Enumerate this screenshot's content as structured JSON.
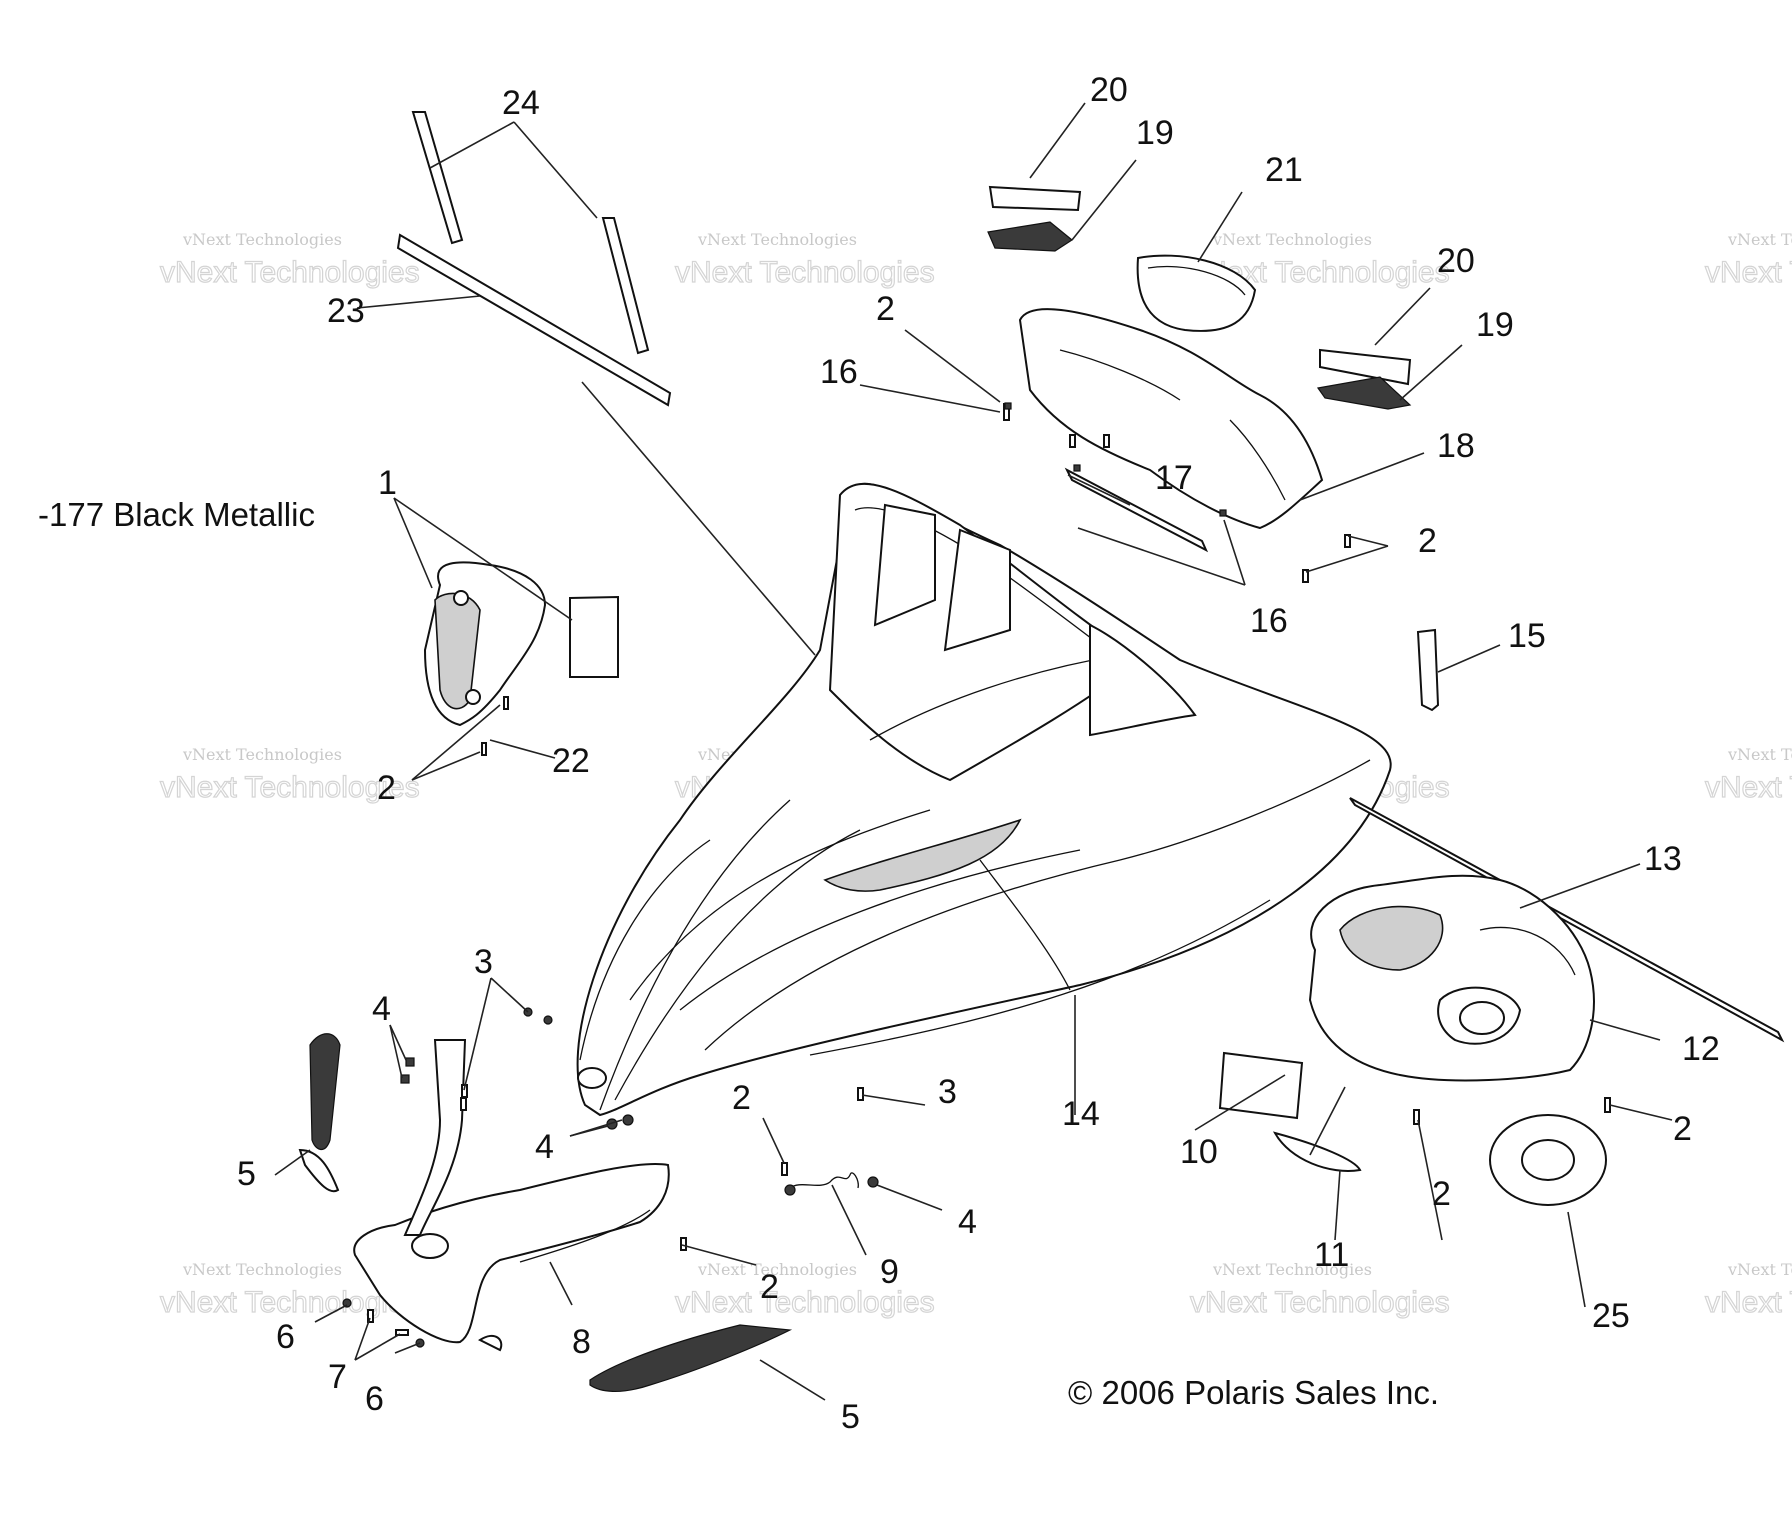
{
  "diagram": {
    "color_note": "-177 Black Metallic",
    "copyright": "© 2006 Polaris Sales Inc.",
    "watermark_line1": "vNext Technologies",
    "watermark_line2": "vNext Technologies",
    "callouts": [
      "24",
      "20",
      "19",
      "21",
      "20",
      "19",
      "23",
      "2",
      "16",
      "18",
      "17",
      "2",
      "16",
      "15",
      "1",
      "2",
      "22",
      "13",
      "3",
      "4",
      "12",
      "14",
      "2",
      "3",
      "5",
      "4",
      "10",
      "2",
      "2",
      "4",
      "11",
      "9",
      "8",
      "6",
      "7",
      "6",
      "5",
      "25",
      "2"
    ]
  }
}
